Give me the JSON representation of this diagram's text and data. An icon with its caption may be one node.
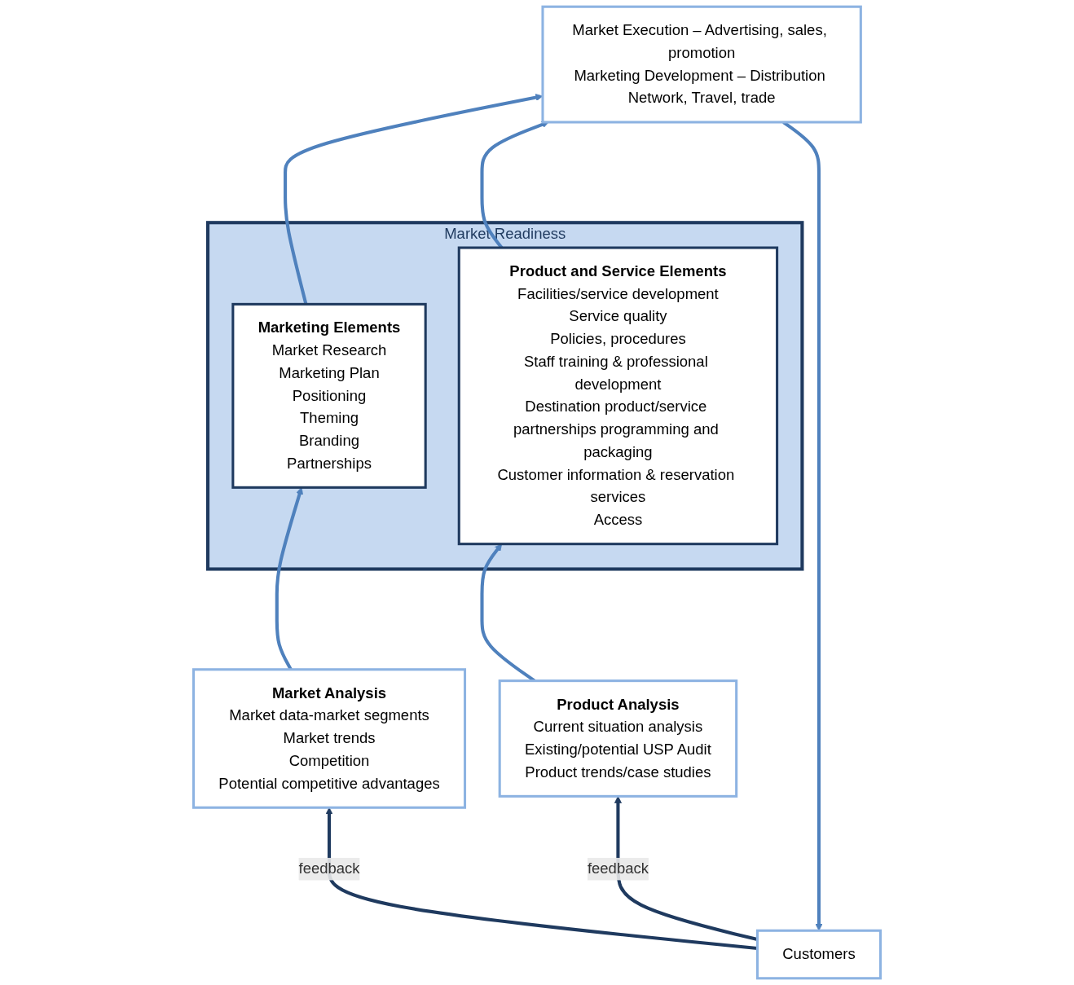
{
  "diagram": {
    "nodes": [
      {
        "text": [
          "Customers"
        ]
      },
      {
        "text": [
          "Market Execution – Advertising, sales, promotion",
          "Marketing Development – Distribution Network, Travel, trade"
        ]
      },
      {
        "text": [
          "Market Readiness"
        ]
      },
      {
        "text": [
          "Marketing Elements",
          "Market Research",
          "Marketing Plan",
          "Positioning",
          "Theming",
          "Branding",
          "Partnerships"
        ],
        "in": 2
      },
      {
        "text": [
          "Product and Service Elements",
          "Facilities/service development",
          "Service quality",
          "Policies, procedures",
          "Staff training & professional development",
          "Destination product/service partnerships programming and packaging",
          "Customer information & reservation services",
          "Access"
        ],
        "in": 2
      },
      {
        "text": [
          "Market Analysis",
          "Market data-market segments",
          "Market trends",
          "Competition",
          "Potential competitive advantages"
        ]
      },
      {
        "text": [
          "Product Analysis",
          "Current situation analysis",
          "Existing/potential USP Audit",
          "Product trends/case studies"
        ]
      }
    ],
    "edges": [
      {
        "from": 1,
        "to": 0,
        "arrow": "to"
      },
      {
        "from": 3,
        "to": 1,
        "arrow": "to"
      },
      {
        "from": 4,
        "to": 1,
        "arrow": "to"
      },
      {
        "from": 5,
        "to": 3,
        "arrow": "to"
      },
      {
        "from": 6,
        "to": 4,
        "arrow": "to"
      },
      {
        "from": 0,
        "to": 5,
        "arrow": "to",
        "label": "feedback",
        "color": "#1f3a5f"
      },
      {
        "from": 0,
        "to": 6,
        "arrow": "to",
        "label": "feedback",
        "color": "#1f3a5f"
      }
    ]
  }
}
